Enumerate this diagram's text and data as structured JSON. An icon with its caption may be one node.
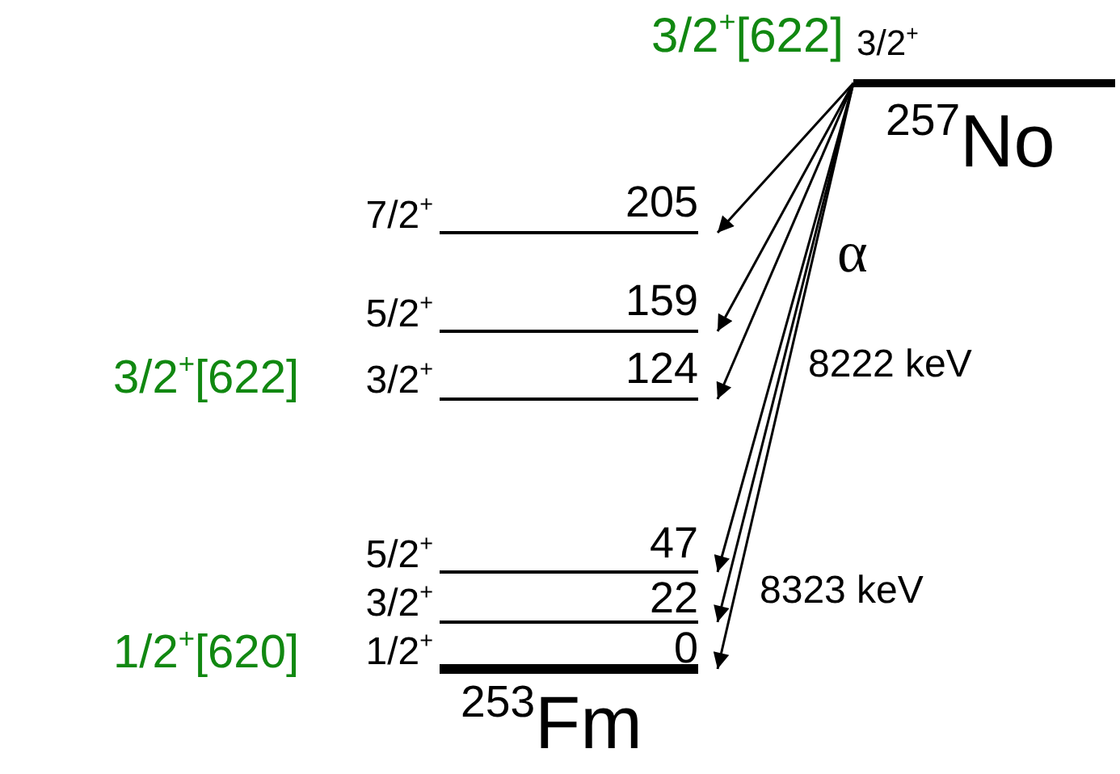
{
  "diagram": {
    "nodes": [
      {
        "text": [
          "3/2$^{+}$"
        ],
        "beside": [
          "3/2$^{+}$[622]",
          "$^{257}$No"
        ]
      },
      {
        "text": [
          "205"
        ],
        "beside": [
          "7/2$^{+}$"
        ]
      },
      {
        "text": [
          "159"
        ],
        "beside": [
          "5/2$^{+}$"
        ]
      },
      {
        "text": [
          "124"
        ],
        "beside": [
          "3/2$^{+}$",
          "3/2$^{+}$[622]"
        ]
      },
      {
        "text": [
          "47"
        ],
        "beside": [
          "5/2$^{+}$"
        ]
      },
      {
        "text": [
          "22"
        ],
        "beside": [
          "3/2$^{+}$"
        ]
      },
      {
        "text": [
          "0"
        ],
        "beside": [
          "1/2$^{+}$",
          "1/2$^{+}$[620]",
          "$^{253}$Fm"
        ]
      }
    ],
    "edges": [
      {
        "from": 0,
        "to": 1,
        "arrow": "to"
      },
      {
        "from": 0,
        "to": 2,
        "arrow": "to"
      },
      {
        "from": 0,
        "to": 3,
        "arrow": "to"
      },
      {
        "from": 0,
        "to": 4,
        "arrow": "to"
      },
      {
        "from": 0,
        "to": 5,
        "arrow": "to"
      },
      {
        "from": 0,
        "to": 6,
        "arrow": "to"
      }
    ],
    "labels": [
      "α",
      "8222 keV",
      "8323 keV"
    ]
  }
}
